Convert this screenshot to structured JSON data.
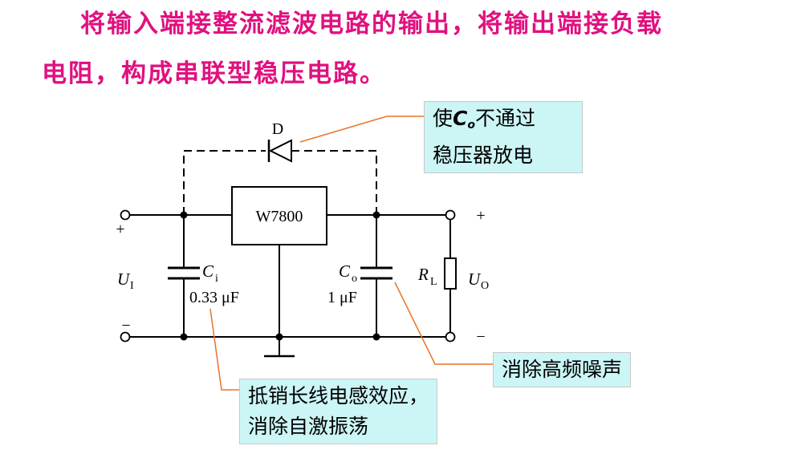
{
  "heading": {
    "line1": "将输入端接整流滤波电路的输出，将输出端接负载",
    "line2": "电阻，构成串联型稳压电路。"
  },
  "circuit": {
    "regulator": "W7800",
    "diode": "D",
    "input_symbol": "U",
    "input_sub": "I",
    "output_symbol": "U",
    "output_sub": "O",
    "plus": "+",
    "minus": "−",
    "ci_symbol": "C",
    "ci_sub": "i",
    "ci_value": "0.33 μF",
    "co_symbol": "C",
    "co_sub": "o",
    "co_value": "1 μF",
    "rl_symbol": "R",
    "rl_sub": "L"
  },
  "callouts": {
    "diode_note": {
      "prefix": "使",
      "symbol": "C",
      "sub": "o",
      "suffix": "不通过",
      "line2": "稳压器放电"
    },
    "co_note": "消除高频噪声",
    "ci_note": {
      "line1": "抵销长线电感效应，",
      "line2": "消除自激振荡"
    }
  },
  "colors": {
    "heading": "#e0117f",
    "callout_bg": "#ccf5f5",
    "leader_line": "#e8742a"
  }
}
